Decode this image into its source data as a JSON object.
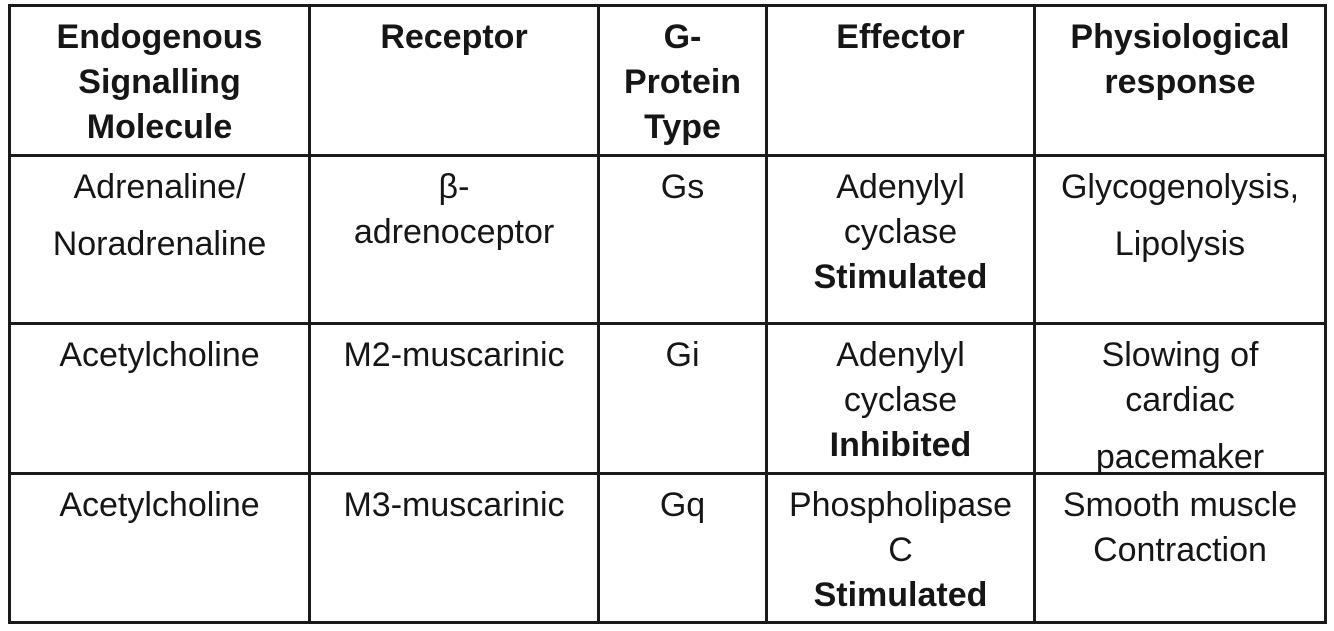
{
  "colors": {
    "background": "#ffffff",
    "border": "#1a1a1a",
    "text": "#161616"
  },
  "table": {
    "header": {
      "cells": [
        {
          "lines": [
            "Endogenous",
            "Signalling",
            "Molecule"
          ]
        },
        {
          "lines": [
            "Receptor"
          ]
        },
        {
          "lines": [
            "G-",
            "Protein",
            "Type"
          ]
        },
        {
          "lines": [
            "Effector"
          ]
        },
        {
          "lines": [
            "Physiological",
            "response"
          ]
        }
      ]
    },
    "rows": [
      {
        "cells": [
          {
            "lines": [
              "Adrenaline/",
              "Noradrenaline"
            ]
          },
          {
            "lines": [
              "β-",
              "adrenoceptor"
            ]
          },
          {
            "lines": [
              "Gs"
            ]
          },
          {
            "lines": [
              "Adenylyl",
              "cyclase",
              "Stimulated"
            ]
          },
          {
            "lines": [
              "Glycogenolysis,",
              "Lipolysis"
            ]
          }
        ]
      },
      {
        "cells": [
          {
            "lines": [
              "Acetylcholine"
            ]
          },
          {
            "lines": [
              "M2-muscarinic"
            ]
          },
          {
            "lines": [
              "Gi"
            ]
          },
          {
            "lines": [
              "Adenylyl",
              "cyclase",
              "Inhibited"
            ]
          },
          {
            "lines": [
              "Slowing of",
              "cardiac",
              "pacemaker"
            ]
          }
        ]
      },
      {
        "cells": [
          {
            "lines": [
              "Acetylcholine"
            ]
          },
          {
            "lines": [
              "M3-muscarinic"
            ]
          },
          {
            "lines": [
              "Gq"
            ]
          },
          {
            "lines": [
              "Phospholipase",
              "C",
              "Stimulated"
            ]
          },
          {
            "lines": [
              "Smooth muscle",
              "Contraction"
            ]
          }
        ]
      }
    ]
  },
  "chart_data": {
    "type": "table",
    "columns": [
      "Endogenous Signalling Molecule",
      "Receptor",
      "G-Protein Type",
      "Effector",
      "Physiological response"
    ],
    "rows": [
      [
        "Adrenaline/ Noradrenaline",
        "β-adrenoceptor",
        "Gs",
        "Adenylyl cyclase Stimulated",
        "Glycogenolysis, Lipolysis"
      ],
      [
        "Acetylcholine",
        "M2-muscarinic",
        "Gi",
        "Adenylyl cyclase Inhibited",
        "Slowing of cardiac pacemaker"
      ],
      [
        "Acetylcholine",
        "M3-muscarinic",
        "Gq",
        "Phospholipase C Stimulated",
        "Smooth muscle Contraction"
      ]
    ],
    "bold_cells_note": "Header row bold; words 'Stimulated' and 'Inhibited' bold in Effector column"
  }
}
